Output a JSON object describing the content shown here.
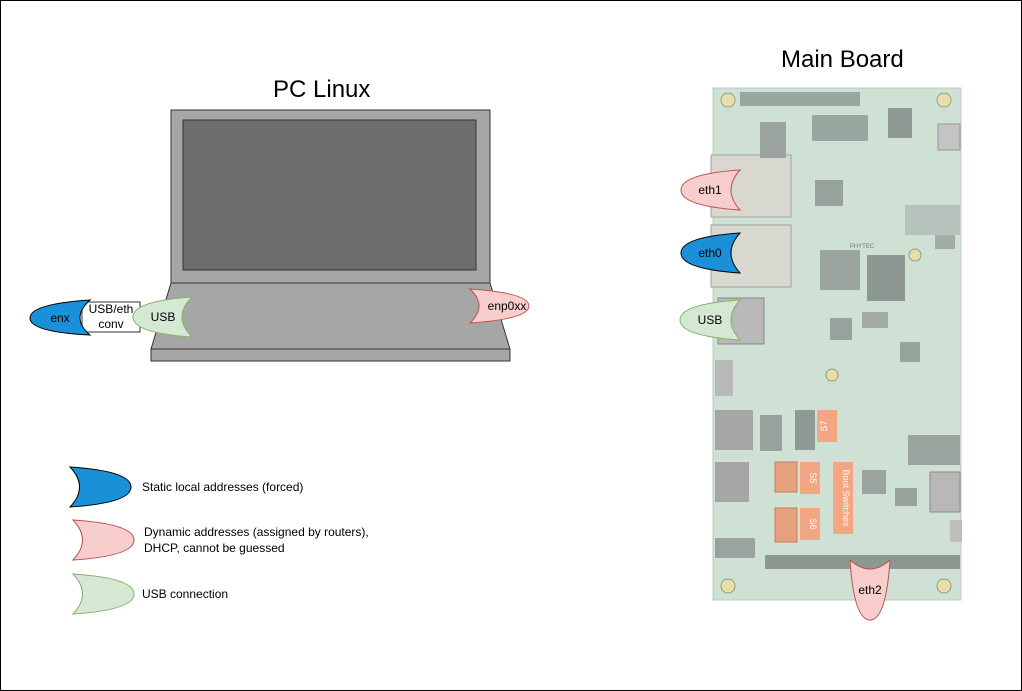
{
  "titles": {
    "pc": "PC Linux",
    "board": "Main Board"
  },
  "pc": {
    "usb_eth_converter": [
      "USB/eth",
      "conv"
    ]
  },
  "interfaces": {
    "enx": "enx",
    "usb_pc": "USB",
    "enp0xx": "enp0xx",
    "eth1": "eth1",
    "eth0": "eth0",
    "usb_board": "USB",
    "eth2": "eth2"
  },
  "board_labels": {
    "s7": "S7",
    "s5": "S5",
    "s6": "S6",
    "boot_switches": "Boot Switches",
    "brand": "PHYTEC"
  },
  "legend": [
    {
      "type": "static",
      "color": "#1a90d8",
      "text": [
        "Static local addresses (forced)"
      ]
    },
    {
      "type": "dynamic",
      "color": "#f8cecc",
      "text": [
        "Dynamic addresses (assigned by routers),",
        "DHCP, cannot be guessed"
      ]
    },
    {
      "type": "usb",
      "color": "#d5e8d4",
      "text": [
        "USB connection"
      ]
    }
  ],
  "colors": {
    "static": "#1a90d8",
    "dynamic_fill": "#f8cecc",
    "dynamic_stroke": "#b85450",
    "usb_fill": "#d5e8d4",
    "usb_stroke": "#82b366",
    "pcb": "#cfe0d4"
  }
}
